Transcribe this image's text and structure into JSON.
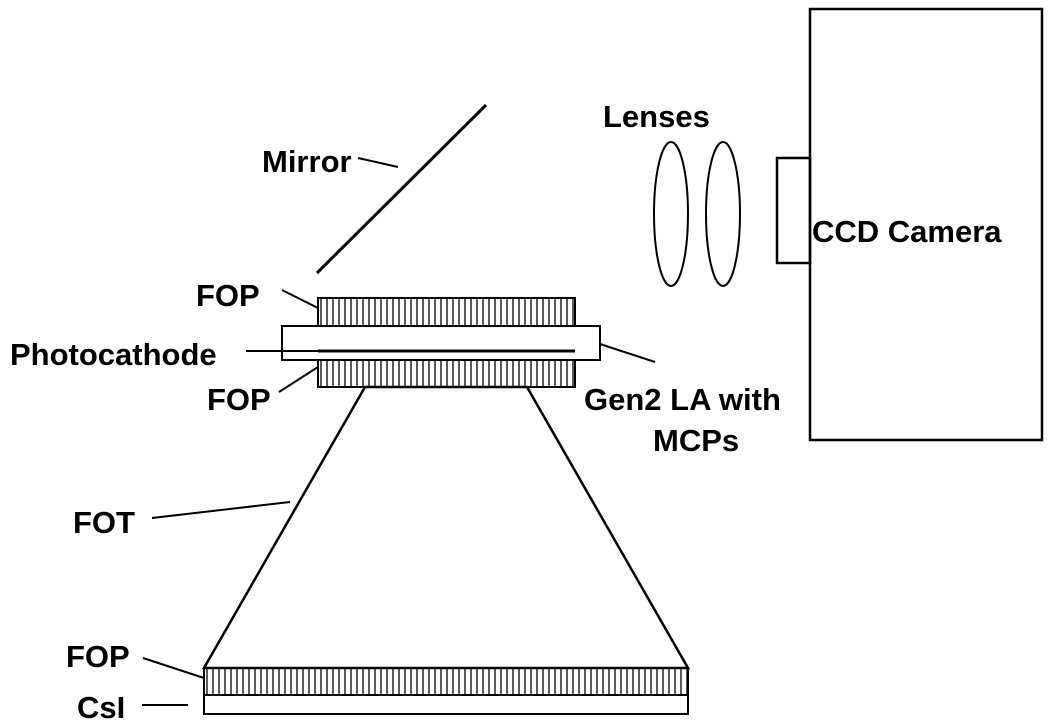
{
  "labels": {
    "mirror": "Mirror",
    "lenses": "Lenses",
    "ccd_camera": "CCD Camera",
    "fop_top": "FOP",
    "photocathode": "Photocathode",
    "fop_mid": "FOP",
    "gen2_line1": "Gen2 LA with",
    "gen2_line2": "MCPs",
    "fot": "FOT",
    "fop_bottom": "FOP",
    "csi": "CsI"
  },
  "colors": {
    "stroke": "#000000",
    "background": "#ffffff"
  }
}
